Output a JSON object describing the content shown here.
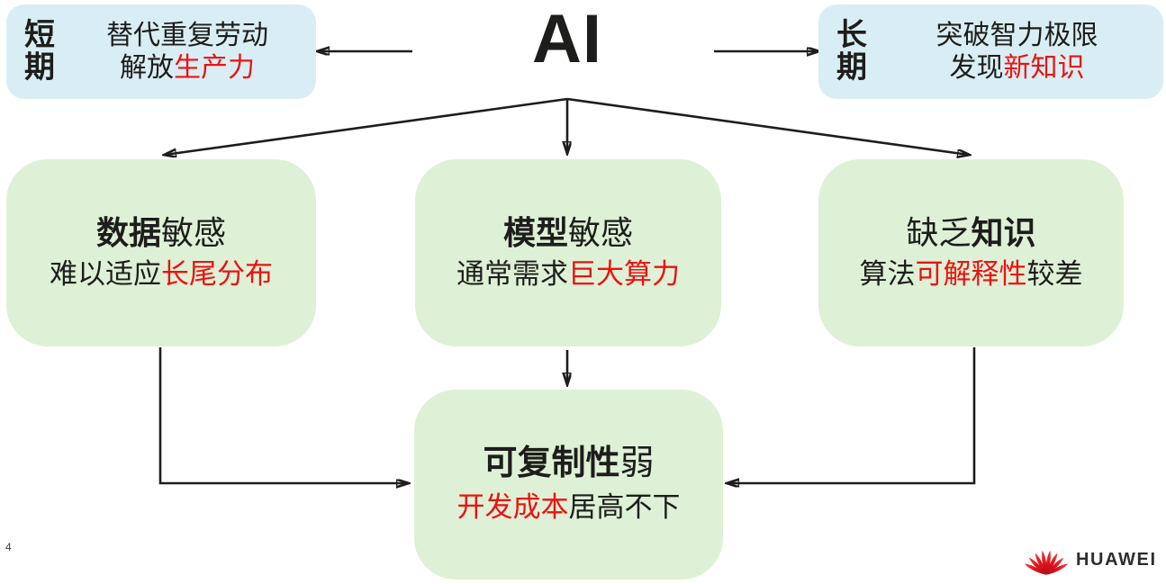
{
  "slide": {
    "title": "AI",
    "page_number": "4"
  },
  "colors": {
    "blue_box": "#d9eef4",
    "green_box": "#def1d6",
    "text_black": "#1d1d1b",
    "accent_red": "#ee1111",
    "huawei_red": "#e0151e"
  },
  "short_term": {
    "label": "短期",
    "line1": "替代重复劳动",
    "line2_black": "解放",
    "line2_red": "生产力"
  },
  "long_term": {
    "label": "长期",
    "line1": "突破智力极限",
    "line2_black": "发现",
    "line2_red": "新知识"
  },
  "data_box": {
    "title_bold": "数据",
    "title_normal": "敏感",
    "desc_normal": "难以适应",
    "desc_red": "长尾分布"
  },
  "model_box": {
    "title_bold": "模型",
    "title_normal": "敏感",
    "desc_normal": "通常需求",
    "desc_red": "巨大算力"
  },
  "knowledge_box": {
    "title_normal": "缺乏",
    "title_bold": "知识",
    "desc_normal": "算法",
    "desc_red": "可解释性",
    "desc_normal2": "较差"
  },
  "conclusion_box": {
    "title_bold": "可复制性",
    "title_normal": "弱",
    "desc_red": "开发成本",
    "desc_normal": "居高不下"
  },
  "footer": {
    "logo_text": "HUAWEI"
  }
}
